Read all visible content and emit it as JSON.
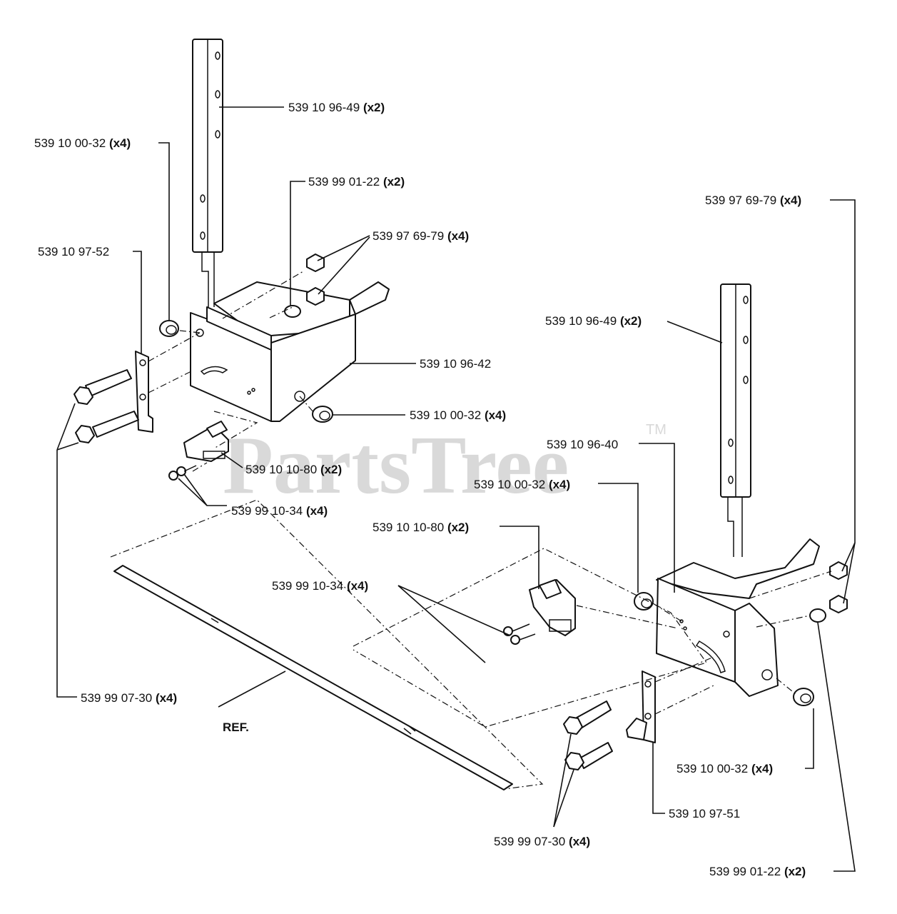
{
  "watermark": {
    "text": "PartsTree",
    "tm": "TM"
  },
  "labels": {
    "rod_left": {
      "part": "539 10 96-49",
      "qty": "(x2)"
    },
    "bushing_left_top": {
      "part": "539 10 00-32",
      "qty": "(x4)"
    },
    "washer_left": {
      "part": "539 99 01-22",
      "qty": "(x2)"
    },
    "nut_left": {
      "part": "539 97 69-79",
      "qty": "(x4)"
    },
    "plate_left": {
      "part": "539 10 97-52",
      "qty": ""
    },
    "bracket_left": {
      "part": "539 10 96-42",
      "qty": ""
    },
    "bushing_left_bottom": {
      "part": "539 10 00-32",
      "qty": "(x4)"
    },
    "switch_left": {
      "part": "539 10 10-80",
      "qty": "(x2)"
    },
    "screw_left": {
      "part": "539 99 10-34",
      "qty": "(x4)"
    },
    "bolt_left": {
      "part": "539 99 07-30",
      "qty": "(x4)"
    },
    "ref": {
      "part": "REF.",
      "qty": ""
    },
    "nut_right": {
      "part": "539 97 69-79",
      "qty": "(x4)"
    },
    "rod_right": {
      "part": "539 10 96-49",
      "qty": "(x2)"
    },
    "bracket_right": {
      "part": "539 10 96-40",
      "qty": ""
    },
    "bushing_right_top": {
      "part": "539 10 00-32",
      "qty": "(x4)"
    },
    "switch_right": {
      "part": "539 10 10-80",
      "qty": "(x2)"
    },
    "screw_right": {
      "part": "539 99 10-34",
      "qty": "(x4)"
    },
    "bushing_right_bottom": {
      "part": "539 10 00-32",
      "qty": "(x4)"
    },
    "plate_right": {
      "part": "539 10 97-51",
      "qty": ""
    },
    "bolt_right": {
      "part": "539 99 07-30",
      "qty": "(x4)"
    },
    "washer_right": {
      "part": "539 99 01-22",
      "qty": "(x2)"
    }
  }
}
